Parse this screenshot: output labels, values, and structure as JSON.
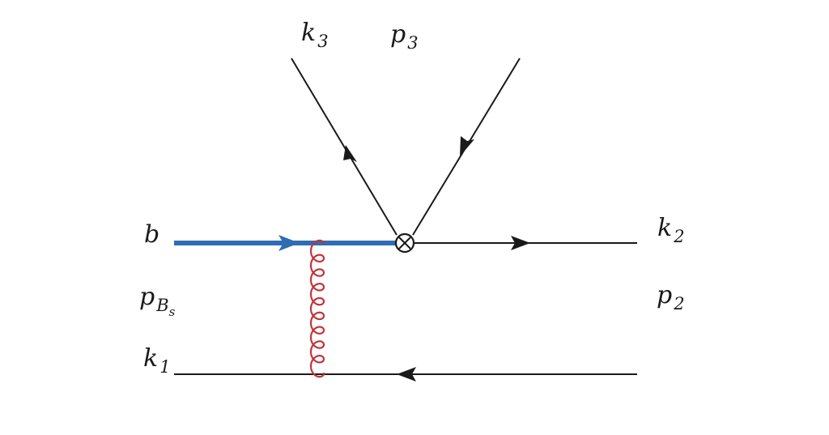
{
  "labels": {
    "b": {
      "main": "b"
    },
    "p_bs": {
      "main": "p",
      "sub": "B",
      "subsub": "s"
    },
    "k1": {
      "main": "k",
      "sub": "1"
    },
    "k3": {
      "main": "k",
      "sub": "3"
    },
    "p3": {
      "main": "p",
      "sub": "3"
    },
    "k2": {
      "main": "k",
      "sub": "2"
    },
    "p2": {
      "main": "p",
      "sub": "2"
    }
  },
  "colors": {
    "b_quark_line": "#2e6db4",
    "gluon": "#c0353a",
    "fermion_line": "#1a1a1a"
  },
  "vertex_symbol": "circle-times"
}
